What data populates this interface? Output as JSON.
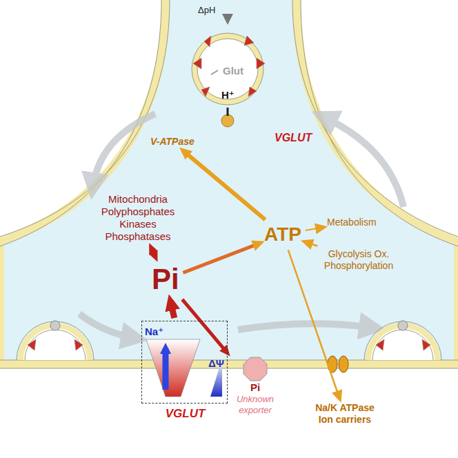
{
  "diagram": {
    "nodes": [
      {
        "text": [
          "Mitochondria Polyphosphates Kinases Phosphatases"
        ]
      },
      {
        "text": [
          "Pi"
        ]
      },
      {
        "text": [
          "ATP"
        ]
      },
      {
        "text": [
          "V-ATPase"
        ]
      },
      {
        "text": [
          "Metabolism"
        ]
      },
      {
        "text": [
          "Glycolysis Ox. Phosphorylation"
        ]
      },
      {
        "text": [
          "Pi",
          "Unknown exporter"
        ]
      },
      {
        "text": [
          "Na/K ATPase Ion carriers"
        ]
      },
      {
        "text": [
          "Na⁺",
          "ΔΨ",
          "VGLUT"
        ]
      }
    ],
    "edges": [
      {
        "from": 0,
        "to": 1,
        "arrow": "both"
      },
      {
        "from": 1,
        "to": 2,
        "arrow": "to"
      },
      {
        "from": 2,
        "to": 3,
        "arrow": "to"
      },
      {
        "from": 2,
        "to": 4,
        "arrow": "to"
      },
      {
        "from": 5,
        "to": 2,
        "arrow": "to"
      },
      {
        "from": 2,
        "to": 7,
        "arrow": "to"
      },
      {
        "from": 1,
        "to": 6,
        "arrow": "to"
      },
      {
        "from": 8,
        "to": 1,
        "arrow": "to"
      }
    ],
    "labels": [
      "ΔpH",
      "Glut",
      "H⁺",
      "VGLUT"
    ]
  }
}
